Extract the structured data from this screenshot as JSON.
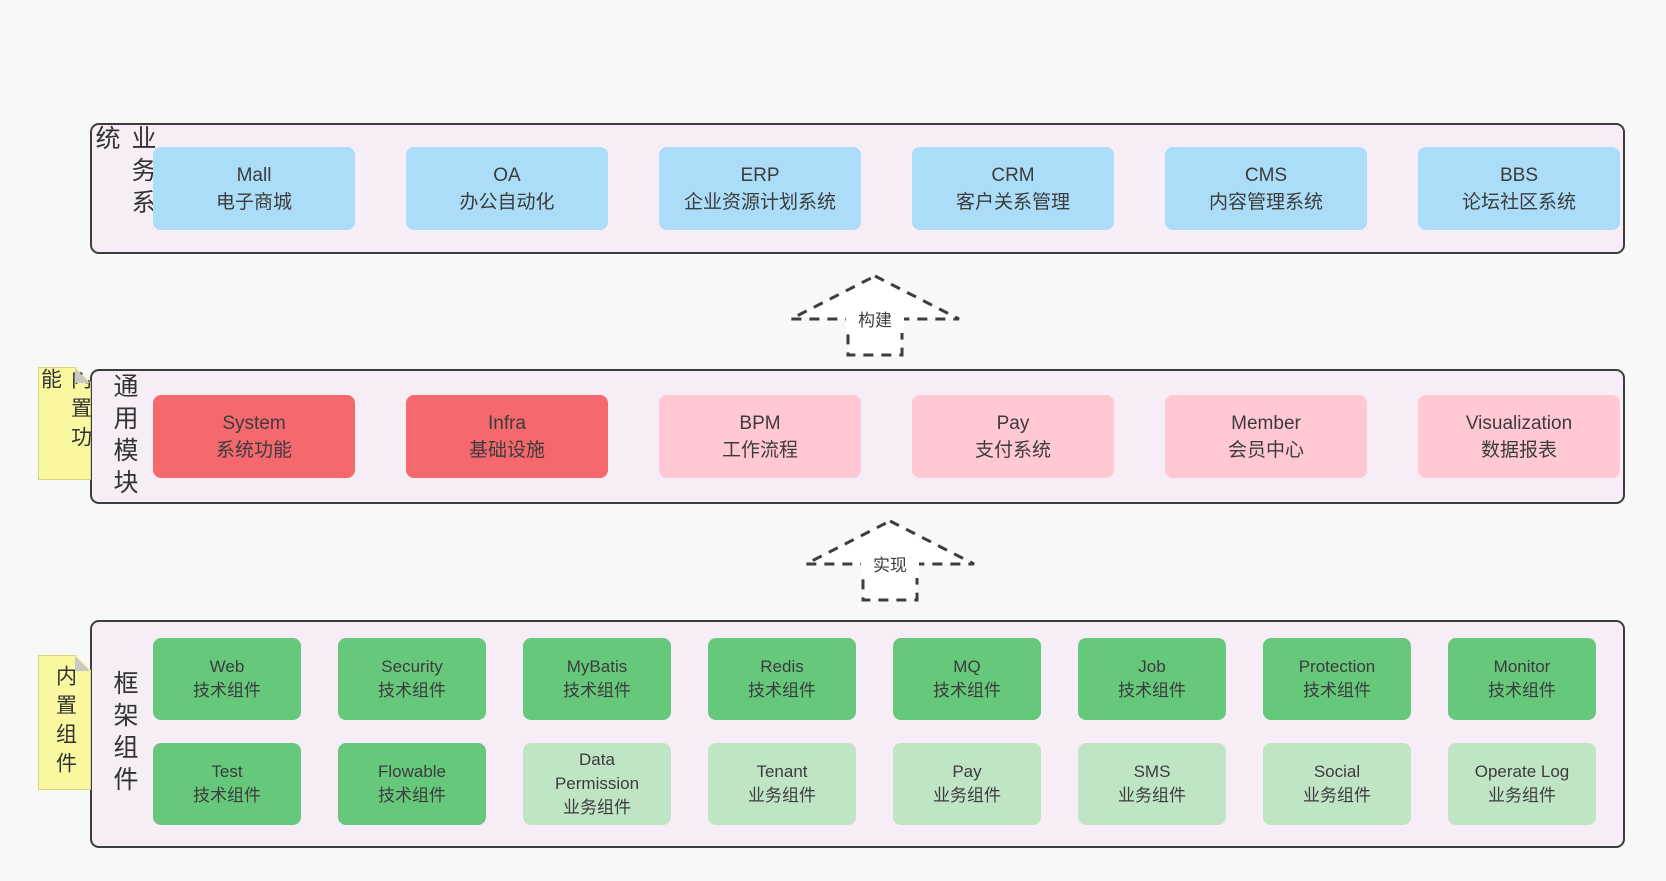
{
  "colors": {
    "page_bg": "#f8f8f8",
    "band_bg": "#f7edf6",
    "band_border": "#3d3d3d",
    "blue_box": "#abdcf8",
    "red_box": "#f5686e",
    "pink_box": "#ffc8d3",
    "green_box": "#66c87b",
    "light_green_box": "#c0e5c4",
    "note_yellow": "#f9f8a0",
    "fold_gray": "#c8c8c8",
    "text": "#3c3c3c"
  },
  "bands": [
    {
      "label": "业务系统",
      "boxes": [
        {
          "name": "Mall",
          "desc": "电子商城"
        },
        {
          "name": "OA",
          "desc": "办公自动化"
        },
        {
          "name": "ERP",
          "desc": "企业资源计划系统"
        },
        {
          "name": "CRM",
          "desc": "客户关系管理"
        },
        {
          "name": "CMS",
          "desc": "内容管理系统"
        },
        {
          "name": "BBS",
          "desc": "论坛社区系统"
        }
      ]
    },
    {
      "label": "通用模块",
      "note": "内置功能",
      "boxes": [
        {
          "name": "System",
          "desc": "系统功能"
        },
        {
          "name": "Infra",
          "desc": "基础设施"
        },
        {
          "name": "BPM",
          "desc": "工作流程"
        },
        {
          "name": "Pay",
          "desc": "支付系统"
        },
        {
          "name": "Member",
          "desc": "会员中心"
        },
        {
          "name": "Visualization",
          "desc": "数据报表"
        }
      ]
    },
    {
      "label": "框架组件",
      "note": "内置组件",
      "rows": [
        [
          {
            "name": "Web",
            "desc": "技术组件"
          },
          {
            "name": "Security",
            "desc": "技术组件"
          },
          {
            "name": "MyBatis",
            "desc": "技术组件"
          },
          {
            "name": "Redis",
            "desc": "技术组件"
          },
          {
            "name": "MQ",
            "desc": "技术组件"
          },
          {
            "name": "Job",
            "desc": "技术组件"
          },
          {
            "name": "Protection",
            "desc": "技术组件"
          },
          {
            "name": "Monitor",
            "desc": "技术组件"
          }
        ],
        [
          {
            "name": "Test",
            "desc": "技术组件"
          },
          {
            "name": "Flowable",
            "desc": "技术组件"
          },
          {
            "name": "Data Permission",
            "desc": "业务组件"
          },
          {
            "name": "Tenant",
            "desc": "业务组件"
          },
          {
            "name": "Pay",
            "desc": "业务组件"
          },
          {
            "name": "SMS",
            "desc": "业务组件"
          },
          {
            "name": "Social",
            "desc": "业务组件"
          },
          {
            "name": "Operate Log",
            "desc": "业务组件"
          }
        ]
      ]
    }
  ],
  "arrows": [
    {
      "label": "构建"
    },
    {
      "label": "实现"
    }
  ]
}
